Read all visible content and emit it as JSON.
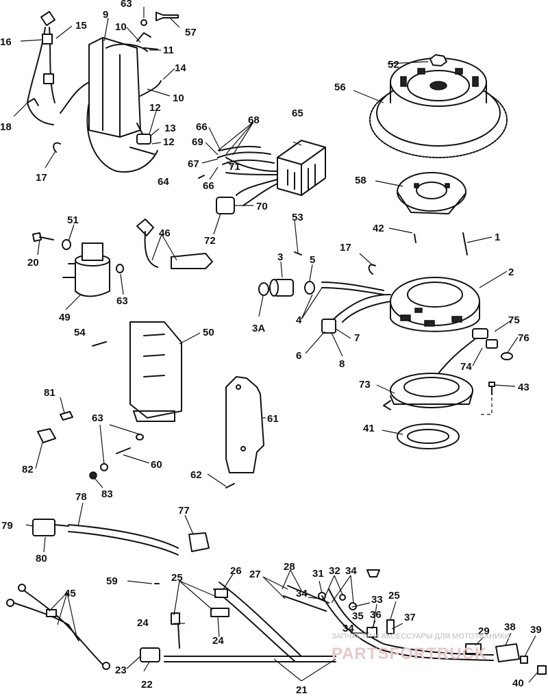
{
  "callouts": [
    "1",
    "2",
    "3",
    "3A",
    "4",
    "5",
    "6",
    "7",
    "8",
    "9",
    "10",
    "10",
    "11",
    "12",
    "12",
    "13",
    "14",
    "15",
    "16",
    "17",
    "17",
    "18",
    "20",
    "21",
    "22",
    "23",
    "24",
    "24",
    "25",
    "25",
    "26",
    "27",
    "28",
    "29",
    "31",
    "32",
    "33",
    "34",
    "34",
    "34",
    "35",
    "36",
    "37",
    "38",
    "39",
    "40",
    "41",
    "42",
    "43",
    "45",
    "46",
    "49",
    "50",
    "51",
    "52",
    "53",
    "54",
    "56",
    "57",
    "58",
    "59",
    "60",
    "61",
    "62",
    "63",
    "63",
    "63",
    "64",
    "65",
    "66",
    "66",
    "67",
    "68",
    "69",
    "70",
    "71",
    "72",
    "73",
    "74",
    "75",
    "76",
    "77",
    "78",
    "79",
    "80",
    "81",
    "82",
    "83"
  ],
  "watermark": {
    "line1": "ЗАПЧАСТИ И АКСЕССУАРЫ ДЛЯ МОТОТЕХНИКИ",
    "line2": "PARTSFORTRUCK"
  }
}
